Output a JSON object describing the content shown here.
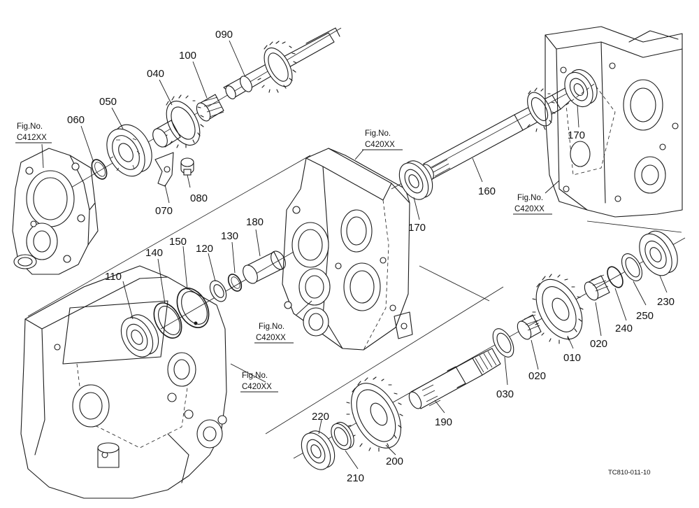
{
  "parts": {
    "p010": "010",
    "p020a": "020",
    "p020b": "020",
    "p030": "030",
    "p040": "040",
    "p050": "050",
    "p060": "060",
    "p070": "070",
    "p080": "080",
    "p090": "090",
    "p100": "100",
    "p110": "110",
    "p120": "120",
    "p130": "130",
    "p140": "140",
    "p150": "150",
    "p160": "160",
    "p170a": "170",
    "p170b": "170",
    "p180": "180",
    "p190": "190",
    "p200": "200",
    "p210": "210",
    "p220": "220",
    "p230": "230",
    "p240": "240",
    "p250": "250"
  },
  "figure_refs": {
    "c412": {
      "line1": "Fig.No.",
      "line2": "C412XX"
    },
    "c420_top": {
      "line1": "Fig.No.",
      "line2": "C420XX"
    },
    "c420_right": {
      "line1": "Fig.No.",
      "line2": "C420XX"
    },
    "c420_mid": {
      "line1": "Fig.No.",
      "line2": "C420XX"
    },
    "c420_low": {
      "line1": "Fig.No.",
      "line2": "C420XX"
    }
  },
  "drawing_code": "TC810-011-10"
}
